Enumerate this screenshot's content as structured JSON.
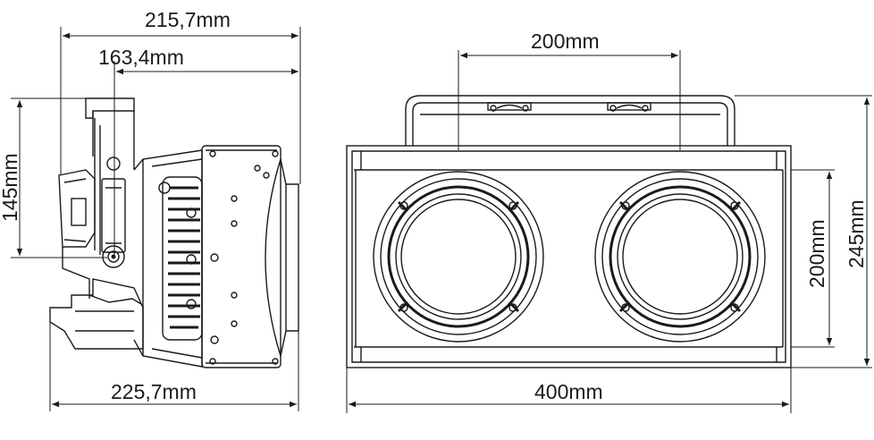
{
  "dimensions": {
    "side_top_width": "215,7mm",
    "side_inner_width": "163,4mm",
    "side_height": "145mm",
    "side_bottom_width": "225,7mm",
    "front_spacing": "200mm",
    "front_width": "400mm",
    "front_inner_height": "200mm",
    "front_total_height": "245mm"
  },
  "colors": {
    "line": "#1a1a1a",
    "background": "#ffffff"
  }
}
